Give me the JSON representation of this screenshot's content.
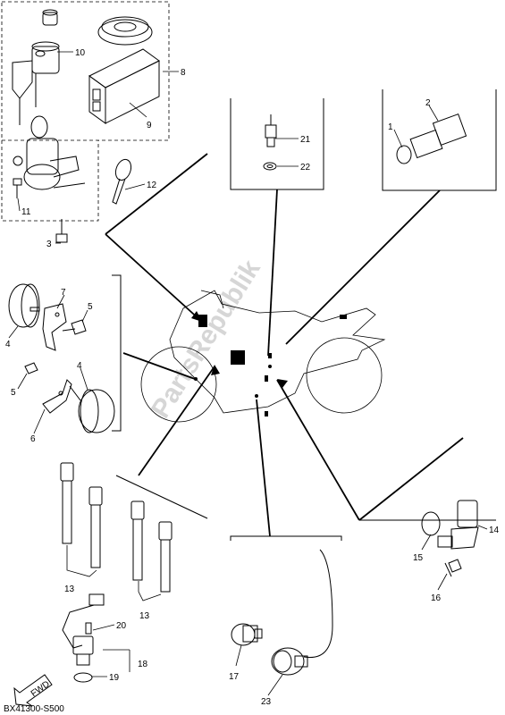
{
  "diagram": {
    "watermark": "PartsRepublik",
    "drawing_code": "BX41300-S500",
    "fwd_label": "FWD",
    "callouts": {
      "c1": "1",
      "c2": "2",
      "c3": "3",
      "c4a": "4",
      "c4b": "4",
      "c5a": "5",
      "c5b": "5",
      "c6": "6",
      "c7": "7",
      "c8": "8",
      "c9": "9",
      "c10": "10",
      "c11": "11",
      "c12": "12",
      "c13a": "13",
      "c13b": "13",
      "c14": "14",
      "c15": "15",
      "c16": "16",
      "c17": "17",
      "c18": "18",
      "c19": "19",
      "c20": "20",
      "c21": "21",
      "c22": "22",
      "c23": "23"
    }
  }
}
